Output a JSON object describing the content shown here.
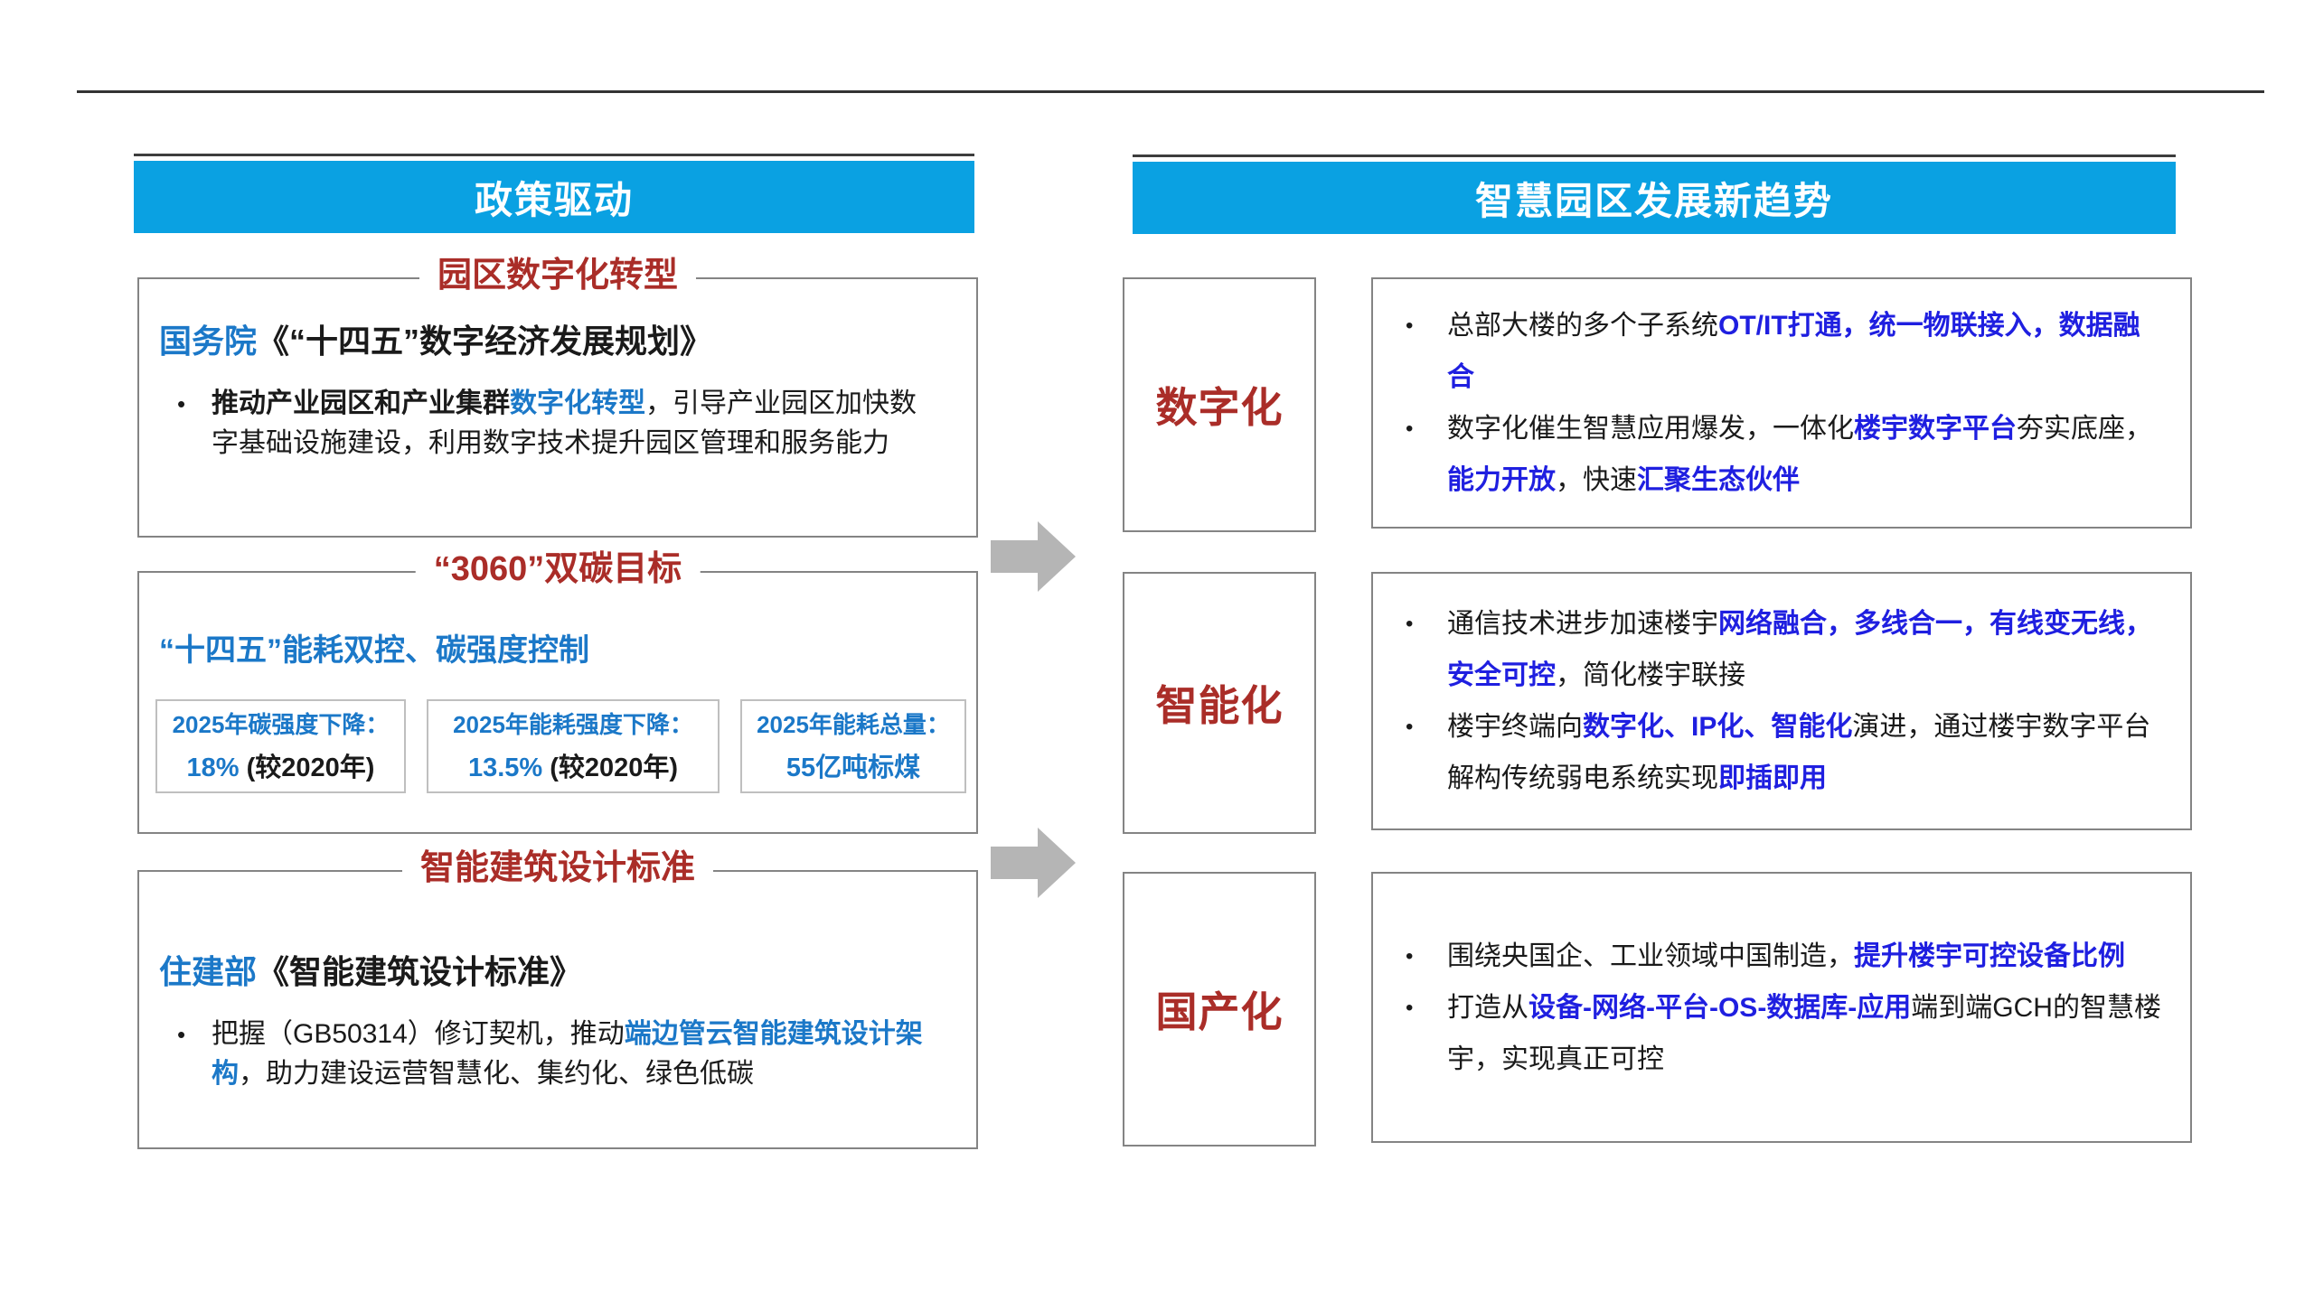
{
  "colors": {
    "banner_cyan": "#0aa1e2",
    "title_red": "#aa2d28",
    "left_blue": "#1b78c8",
    "right_blue": "#1f1fe0",
    "arrow_gray": "#b5b5b5",
    "panel_border_gray": "#848484"
  },
  "left": {
    "header": "政策驱动",
    "box1": {
      "title": "园区数字化转型",
      "org": "国务院",
      "doc": "《“十四五”数字经济发展规划》",
      "bullet_bold": "推动产业园区和产业集群",
      "bullet_blue": "数字化转型",
      "bullet_rest": "，引导产业园区加快数字基础设施建设，利用数字技术提升园区管理和服务能力"
    },
    "box2": {
      "title": "“3060”双碳目标",
      "subtitle": "“十四五”能耗双控、碳强度控制",
      "cards": [
        {
          "line1": "2025年碳强度下降：",
          "value": "18%",
          "suffix": " (较2020年)"
        },
        {
          "line1": "2025年能耗强度下降：",
          "value": "13.5%",
          "suffix": " (较2020年)"
        },
        {
          "line1": "2025年能耗总量：",
          "value": "55亿吨标煤",
          "suffix": ""
        }
      ]
    },
    "box3": {
      "title": "智能建筑设计标准",
      "org": "住建部",
      "doc": "《智能建筑设计标准》",
      "bullet_pre": "把握（GB50314）修订契机，推动",
      "bullet_blue": "端边管云智能建筑设计架构",
      "bullet_rest": "，助力建设运营智慧化、集约化、绿色低碳"
    }
  },
  "right": {
    "header": "智慧园区发展新趋势",
    "row1": {
      "label": "数字化",
      "b1": {
        "p1": "总部大楼的多个子系统",
        "h1": "OT/IT打通，统一物联接入，数据融合"
      },
      "b2": {
        "p1": "数字化催生智慧应用爆发，一体化",
        "h1": "楼宇数字平台",
        "p2": "夯实底座，",
        "h2": "能力开放",
        "p3": "，快速",
        "h3": "汇聚生态伙伴"
      }
    },
    "row2": {
      "label": "智能化",
      "b1": {
        "p1": "通信技术进步加速楼宇",
        "h1": "网络融合，多线合一，有线变无线，安全可控",
        "p2": "，简化楼宇联接"
      },
      "b2": {
        "p1": "楼宇终端向",
        "h1": "数字化、IP化、智能化",
        "p2": "演进，通过楼宇数字平台解构传统弱电系统实现",
        "h2": "即插即用"
      }
    },
    "row3": {
      "label": "国产化",
      "b1": {
        "p1": "围绕央国企、工业领域中国制造，",
        "h1": "提升楼宇可控设备比例"
      },
      "b2": {
        "p1": "打造从",
        "h1": "设备-网络-平台-OS-数据库-应用",
        "p2": "端到端GCH的智慧楼宇，实现真正可控"
      }
    }
  }
}
